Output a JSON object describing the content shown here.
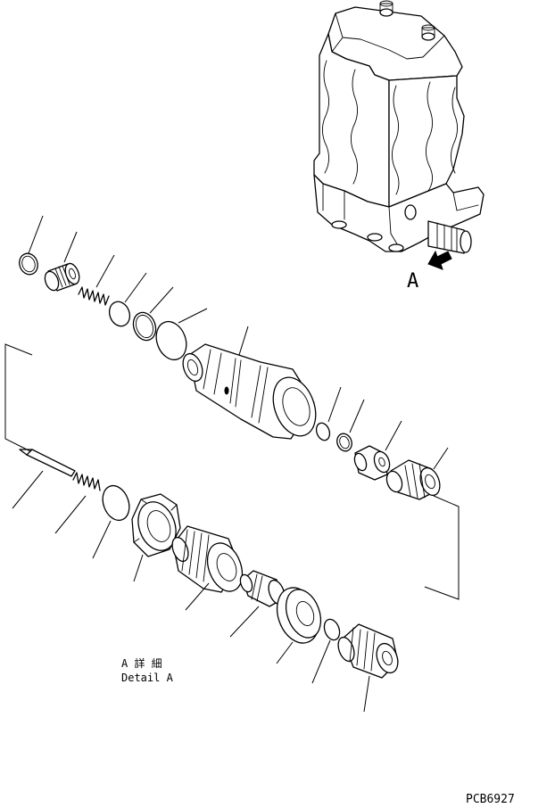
{
  "view_label": "A",
  "detail_caption": {
    "line1": "A 詳 細",
    "line2": "Detail A"
  },
  "drawing_code": "PCB6927",
  "icons": {
    "view_arrow": "view-direction-arrow-icon"
  }
}
